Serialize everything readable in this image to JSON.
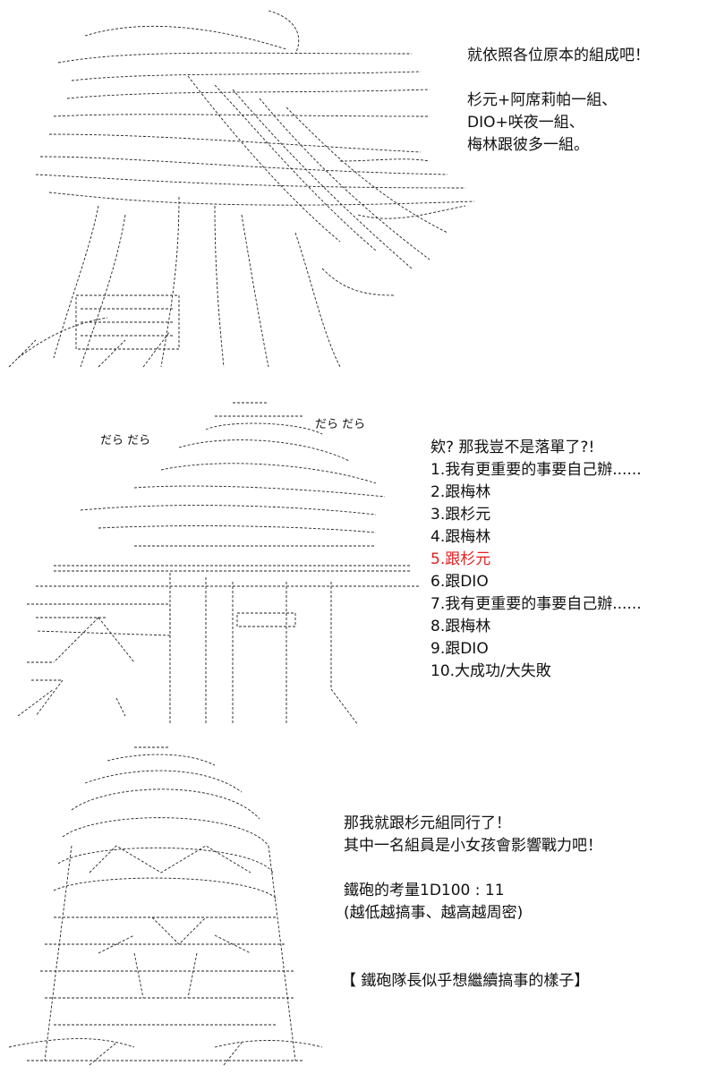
{
  "panel1": {
    "lines": [
      "就依照各位原本的組成吧！",
      "",
      "杉元+阿席莉帕一組、",
      "DIO+咲夜一組、",
      "梅林跟彼多一組。"
    ]
  },
  "panel2": {
    "sfx_left": "だら だら",
    "sfx_right": "だら だら",
    "intro": "欸? 那我豈不是落單了?!",
    "choices": [
      "1.我有更重要的事要自己辦......",
      "2.跟梅林",
      "3.跟杉元",
      "4.跟梅林",
      "5.跟杉元",
      "6.跟DIO",
      "7.我有更重要的事要自己辦......",
      "8.跟梅林",
      "9.跟DIO",
      "10.大成功/大失敗"
    ],
    "highlight_color": "#e02020"
  },
  "panel3": {
    "line1": "那我就跟杉元組同行了！",
    "line2": "其中一名組員是小女孩會影響戰力吧！",
    "roll": "鐵砲的考量1D100 : 11",
    "roll_note": "(越低越搞事、越高越周密)",
    "caption": "【 鐵砲隊長似乎想繼續搞事的樣子】"
  }
}
